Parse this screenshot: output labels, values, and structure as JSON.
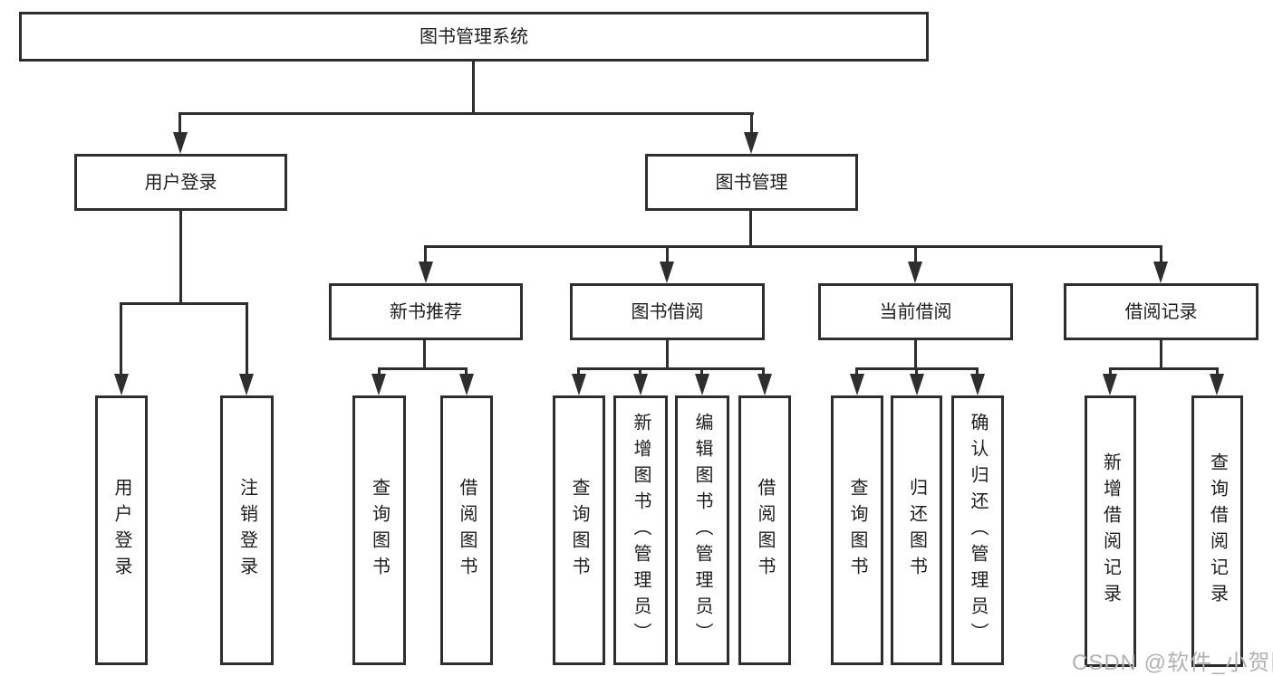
{
  "diagram": {
    "root": "图书管理系统",
    "branches": {
      "user": {
        "label": "用户登录",
        "children": [
          "用户登录",
          "注销登录"
        ]
      },
      "book": {
        "label": "图书管理",
        "sections": [
          {
            "label": "新书推荐",
            "children": [
              "查询图书",
              "借阅图书"
            ]
          },
          {
            "label": "图书借阅",
            "children": [
              "查询图书",
              "新增图书（管理员）",
              "编辑图书（管理员）",
              "借阅图书"
            ]
          },
          {
            "label": "当前借阅",
            "children": [
              "查询图书",
              "归还图书",
              "确认归还（管理员）"
            ]
          },
          {
            "label": "借阅记录",
            "children": [
              "新增借阅记录",
              "查询借阅记录"
            ]
          }
        ]
      }
    }
  },
  "watermark": "CSDN @软件_小贺同学",
  "colors": {
    "line": "#2e2e2e",
    "text": "#1e1e1e",
    "watermark": "#b2b2b6",
    "background": "#ffffff"
  }
}
